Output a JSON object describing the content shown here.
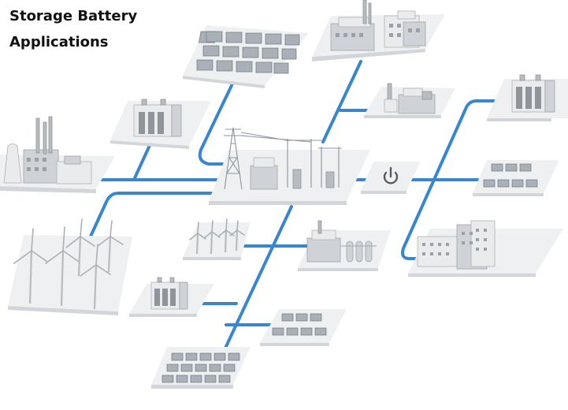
{
  "title": {
    "line1": "Storage Battery",
    "line2": "Applications"
  },
  "diagram": {
    "hub_icon": "power-icon",
    "components": [
      "solar-farm-top",
      "factory-top-right",
      "battery-upper-left",
      "power-plant-left",
      "substation-center",
      "factory-small",
      "battery-right",
      "solar-panels-right",
      "office-buildings",
      "wind-farm-left",
      "wind-turbines-small",
      "industrial-plant",
      "battery-lower",
      "solar-panels-lower",
      "solar-farm-bottom"
    ]
  }
}
